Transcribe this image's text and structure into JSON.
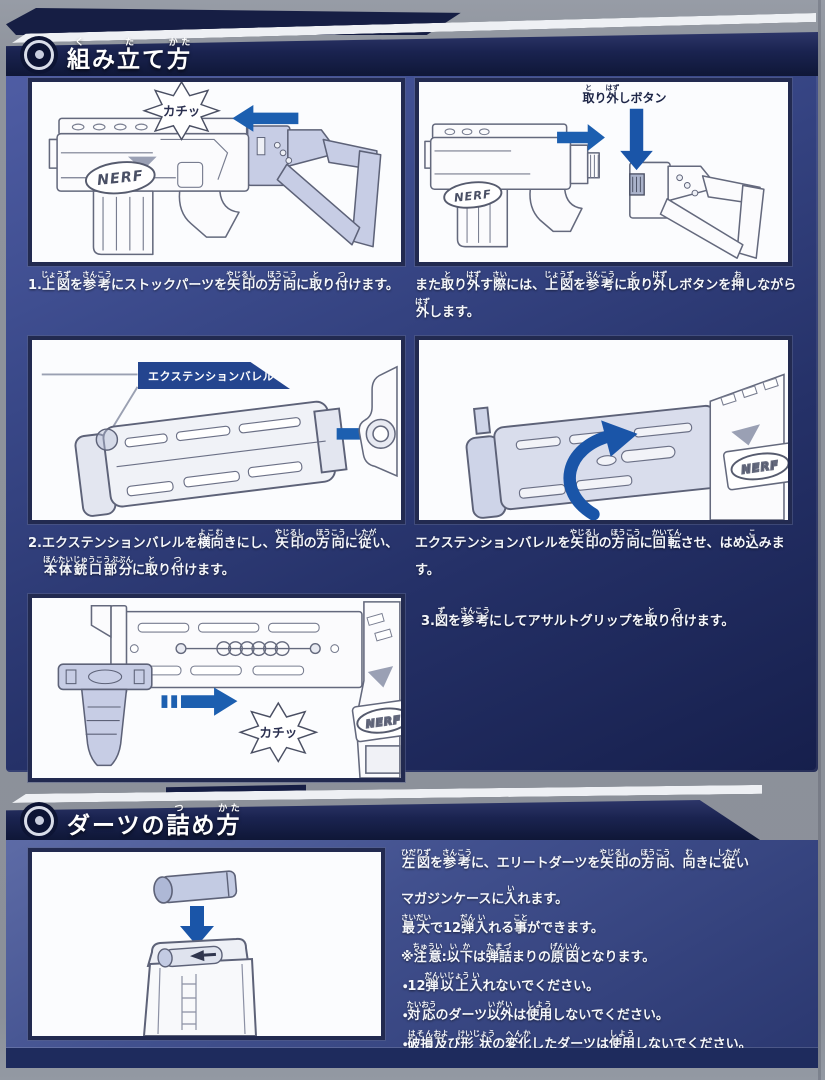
{
  "logo_text": "NERF",
  "colors": {
    "arrow_blue": "#1c5fb0",
    "flag_blue": "#24458f",
    "header_navy": "#161e44",
    "page_grey": "#8e939c",
    "part_shade": "#c7cde5"
  },
  "assembly": {
    "title": [
      {
        "b": "組",
        "r": "く"
      },
      "み",
      {
        "b": "立",
        "r": "た"
      },
      "て",
      {
        "b": "方",
        "r": "かた"
      }
    ],
    "click_burst": "カチッ",
    "release_button_label": [
      {
        "b": "取",
        "r": "と"
      },
      "り",
      {
        "b": "外",
        "r": "はず"
      },
      "しボタン"
    ],
    "extension_barrel_label": "エクステンションバレル",
    "caption_stock": [
      "1.",
      {
        "b": "上図",
        "r": "じょうず"
      },
      "を",
      {
        "b": "参考",
        "r": "さんこう"
      },
      "にストックパーツを",
      {
        "b": "矢印",
        "r": "やじるし"
      },
      "の",
      {
        "b": "方向",
        "r": "ほうこう"
      },
      "に",
      {
        "b": "取",
        "r": "と"
      },
      "り",
      {
        "b": "付",
        "r": "つ"
      },
      "けます。"
    ],
    "caption_remove": [
      "また",
      {
        "b": "取",
        "r": "と"
      },
      "り",
      {
        "b": "外",
        "r": "はず"
      },
      "す",
      {
        "b": "際",
        "r": "さい"
      },
      "には、",
      {
        "b": "上図",
        "r": "じょうず"
      },
      "を",
      {
        "b": "参考",
        "r": "さんこう"
      },
      "に",
      {
        "b": "取",
        "r": "と"
      },
      "り",
      {
        "b": "外",
        "r": "はず"
      },
      "しボタンを",
      {
        "b": "押",
        "r": "お"
      },
      "しながら",
      {
        "b": "外",
        "r": "はず"
      },
      "します。"
    ],
    "caption_barrel": [
      "2.エクステンションバレルを",
      {
        "b": "横向",
        "r": "よこむ"
      },
      "きにし、",
      {
        "b": "矢印",
        "r": "やじるし"
      },
      "の",
      {
        "b": "方向",
        "r": "ほうこう"
      },
      "に",
      {
        "b": "従",
        "r": "したが"
      },
      "い、",
      {
        "b": "本体銃口部分",
        "r": "ほんたいじゅうこうぶぶん"
      },
      "に",
      {
        "b": "取",
        "r": "と"
      },
      "り",
      {
        "b": "付",
        "r": "つ"
      },
      "けます。"
    ],
    "caption_rotate": [
      "エクステンションバレルを",
      {
        "b": "矢印",
        "r": "やじるし"
      },
      "の",
      {
        "b": "方向",
        "r": "ほうこう"
      },
      "に",
      {
        "b": "回転",
        "r": "かいてん"
      },
      "させ、はめ",
      {
        "b": "込",
        "r": "こ"
      },
      "みます。"
    ],
    "caption_grip": [
      "3.",
      {
        "b": "図",
        "r": "ず"
      },
      "を",
      {
        "b": "参考",
        "r": "さんこう"
      },
      "にしてアサルトグリップを",
      {
        "b": "取",
        "r": "と"
      },
      "り",
      {
        "b": "付",
        "r": "つ"
      },
      "けます。"
    ]
  },
  "darts": {
    "title": [
      "ダーツの",
      {
        "b": "詰",
        "r": "つ"
      },
      "め",
      {
        "b": "方",
        "r": "かた"
      }
    ],
    "line1": [
      {
        "b": "左図",
        "r": "ひだりず"
      },
      "を",
      {
        "b": "参考",
        "r": "さんこう"
      },
      "に、エリートダーツを",
      {
        "b": "矢印",
        "r": "やじるし"
      },
      "の",
      {
        "b": "方向",
        "r": "ほうこう"
      },
      "、",
      {
        "b": "向",
        "r": "む"
      },
      "きに",
      {
        "b": "従",
        "r": "したが"
      },
      "い"
    ],
    "line2": [
      "マガジンケースに",
      {
        "b": "入",
        "r": "い"
      },
      "れます。"
    ],
    "line3": [
      {
        "b": "最大",
        "r": "さいだい"
      },
      "で12",
      {
        "b": "弾",
        "r": "だん"
      },
      {
        "b": "入",
        "r": "い"
      },
      "れる",
      {
        "b": "事",
        "r": "こと"
      },
      "ができます。"
    ],
    "note": [
      "※",
      {
        "b": "注意",
        "r": "ちゅうい"
      },
      ":",
      {
        "b": "以下",
        "r": "いか"
      },
      "は",
      {
        "b": "弾詰",
        "r": "たまづ"
      },
      "まりの",
      {
        "b": "原因",
        "r": "げんいん"
      },
      "となります。"
    ],
    "bullets": [
      [
        "・12",
        {
          "b": "弾",
          "r": "だん"
        },
        {
          "b": "以上",
          "r": "いじょう"
        },
        {
          "b": "入",
          "r": "い"
        },
        "れないでください。"
      ],
      [
        "・",
        {
          "b": "対応",
          "r": "たいおう"
        },
        "のダーツ",
        {
          "b": "以外",
          "r": "いがい"
        },
        "は",
        {
          "b": "使用",
          "r": "しよう"
        },
        "しないでください。"
      ],
      [
        "・",
        {
          "b": "破損",
          "r": "はそん"
        },
        {
          "b": "及",
          "r": "およ"
        },
        "び",
        {
          "b": "形状",
          "r": "けいじょう"
        },
        "の",
        {
          "b": "変化",
          "r": "へんか"
        },
        "したダーツは",
        {
          "b": "使用",
          "r": "しよう"
        },
        "しないでください。"
      ]
    ]
  }
}
